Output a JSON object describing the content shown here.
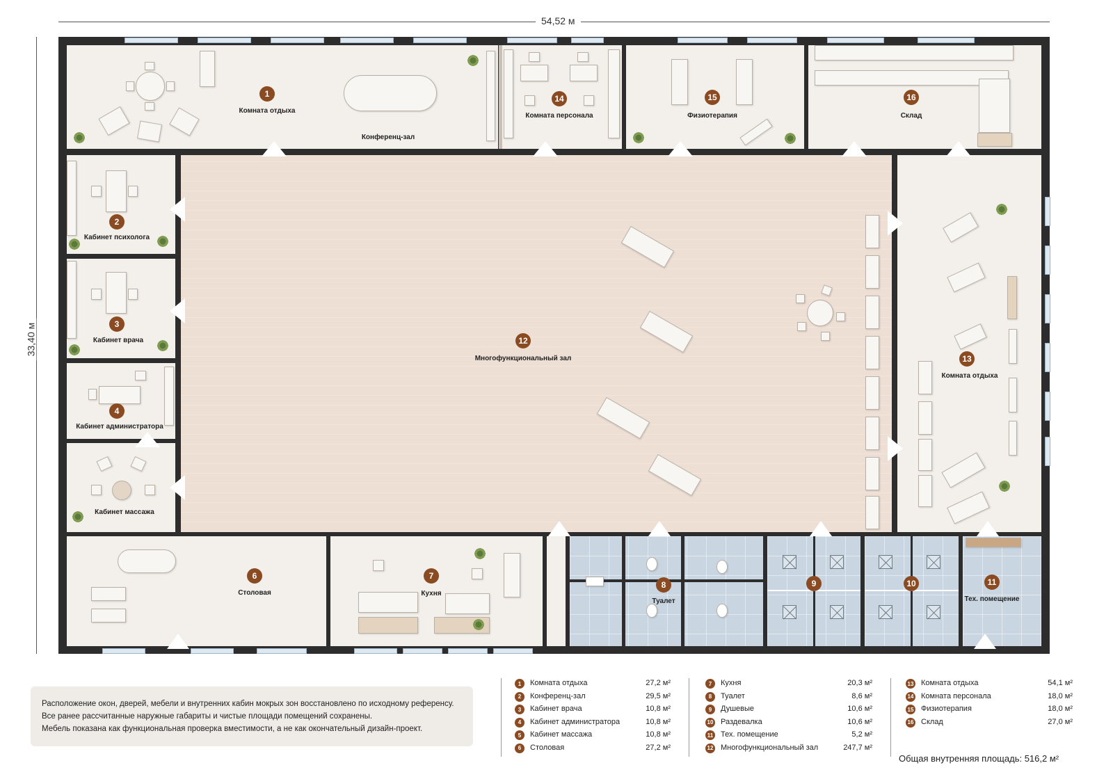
{
  "dimensions": {
    "width": "54,52 м",
    "height": "33,40 м"
  },
  "rooms": [
    {
      "num": "1",
      "name": "Комната отдыха"
    },
    {
      "num": "",
      "name": "Конференц-зал"
    },
    {
      "num": "2",
      "name": "Кабинет психолога"
    },
    {
      "num": "3",
      "name": "Кабинет врача"
    },
    {
      "num": "4",
      "name": "Кабинет администратора"
    },
    {
      "num": "",
      "name": "Кабинет массажа"
    },
    {
      "num": "6",
      "name": "Столовая"
    },
    {
      "num": "7",
      "name": "Кухня"
    },
    {
      "num": "8",
      "name": "Туалет"
    },
    {
      "num": "9",
      "name": ""
    },
    {
      "num": "10",
      "name": ""
    },
    {
      "num": "11",
      "name": "Тех. помещение"
    },
    {
      "num": "12",
      "name": "Многофункциональный зал"
    },
    {
      "num": "13",
      "name": "Комната отдыха"
    },
    {
      "num": "14",
      "name": "Комната персонала"
    },
    {
      "num": "15",
      "name": "Физиотерапия"
    },
    {
      "num": "16",
      "name": "Склад"
    }
  ],
  "note": [
    "Расположение окон, дверей, мебели и внутренних кабин мокрых зон восстановлено по исходному референсу.",
    "Все ранее рассчитанные наружные габариты и чистые площади помещений сохранены.",
    "Мебель показана как функциональная проверка вместимости, а не как окончательный дизайн-проект."
  ],
  "legend": {
    "col1": [
      {
        "n": "1",
        "name": "Комната отдыха",
        "area": "27,2 м²"
      },
      {
        "n": "2",
        "name": "Конференц-зал",
        "area": "29,5 м²"
      },
      {
        "n": "3",
        "name": "Кабинет врача",
        "area": "10,8 м²"
      },
      {
        "n": "4",
        "name": "Кабинет администратора",
        "area": "10,8 м²"
      },
      {
        "n": "5",
        "name": "Кабинет массажа",
        "area": "10,8 м²"
      },
      {
        "n": "6",
        "name": "Столовая",
        "area": "27,2 м²"
      }
    ],
    "col2": [
      {
        "n": "7",
        "name": "Кухня",
        "area": "20,3 м²"
      },
      {
        "n": "8",
        "name": "Туалет",
        "area": "8,6 м²"
      },
      {
        "n": "9",
        "name": "Душевые",
        "area": "10,6 м²"
      },
      {
        "n": "10",
        "name": "Раздевалка",
        "area": "10,6 м²"
      },
      {
        "n": "11",
        "name": "Тех. помещение",
        "area": "5,2 м²"
      },
      {
        "n": "12",
        "name": "Многофункциональный зал",
        "area": "247,7 м²"
      }
    ],
    "col3": [
      {
        "n": "13",
        "name": "Комната отдыха",
        "area": "54,1 м²"
      },
      {
        "n": "14",
        "name": "Комната персонала",
        "area": "18,0 м²"
      },
      {
        "n": "15",
        "name": "Физиотерапия",
        "area": "18,0 м²"
      },
      {
        "n": "16",
        "name": "Склад",
        "area": "27,0 м²"
      }
    ],
    "total": "Общая внутренняя площадь: 516,2 м²"
  },
  "colors": {
    "wall": "#2d2d2d",
    "room": "#f3efea",
    "hall": "#eedfd4",
    "wet": "#c9d6e2",
    "badge": "#8a4a22"
  }
}
